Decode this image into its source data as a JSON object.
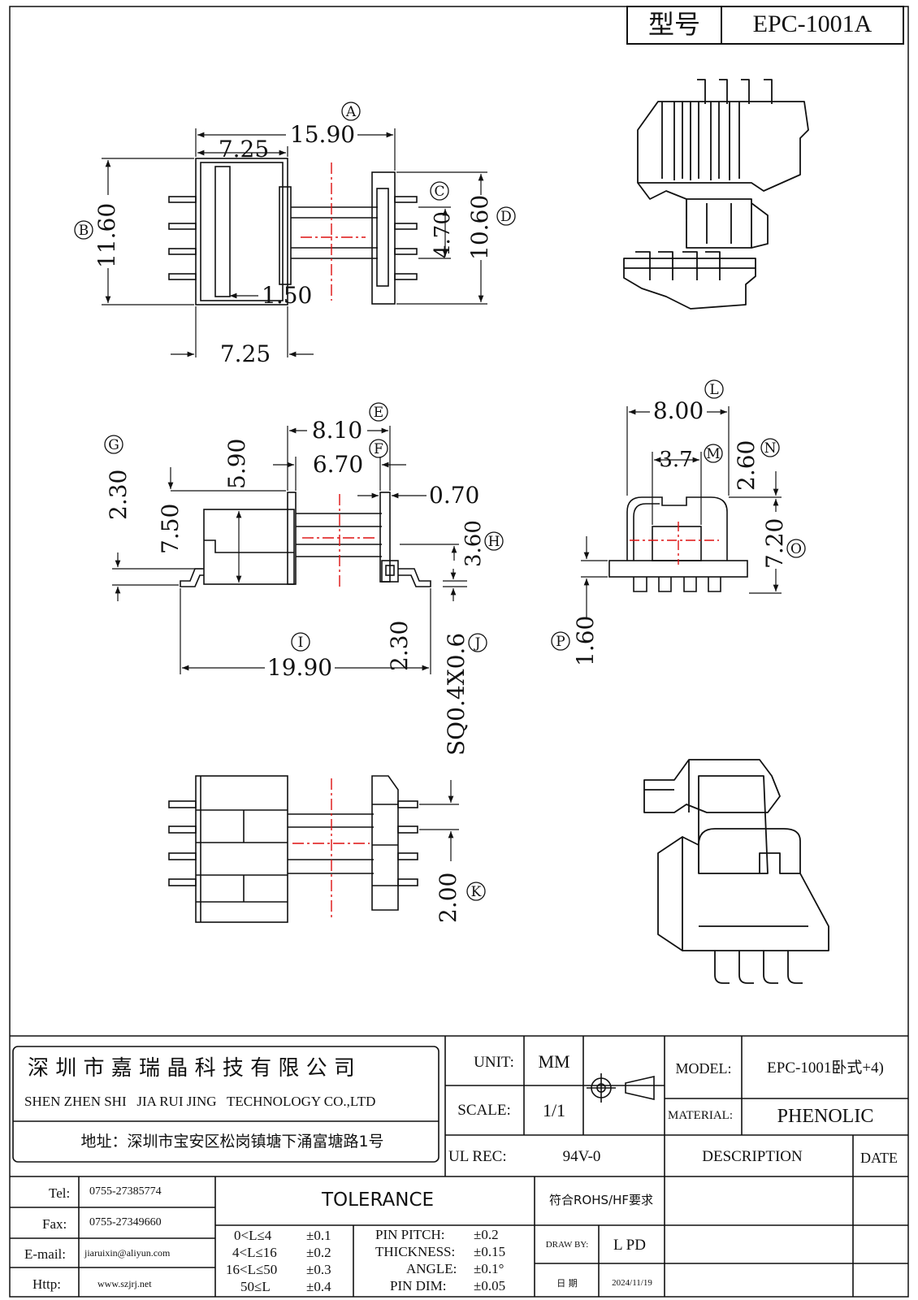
{
  "header": {
    "model_label": "型号",
    "model_value": "EPC-1001A"
  },
  "views": {
    "top": {
      "width_total": "15.90",
      "body_width": "7.25",
      "height_total": "11.60",
      "flange_height": "10.60",
      "core_width": "4.70",
      "wall": "1.50",
      "bottom_width": "7.25",
      "markers": {
        "A": "A",
        "B": "B",
        "C": "C",
        "D": "D"
      }
    },
    "side": {
      "span": "8.10",
      "inner_span": "6.70",
      "pin_width": "0.70",
      "total_length": "19.90",
      "h_230a": "2.30",
      "h_750": "7.50",
      "h_590": "5.90",
      "h_360": "3.60",
      "h_230b": "2.30",
      "pin_section": "SQ0.4X0.6",
      "markers": {
        "E": "E",
        "F": "F",
        "G": "G",
        "H": "H",
        "I": "I",
        "J": "J"
      }
    },
    "end": {
      "width": "8.00",
      "slot": "3.7",
      "h_260": "2.60",
      "h_720": "7.20",
      "h_160": "1.60",
      "markers": {
        "L": "L",
        "M": "M",
        "N": "N",
        "O": "O",
        "P": "P"
      }
    },
    "bottom": {
      "pitch": "2.00",
      "markers": {
        "K": "K"
      }
    }
  },
  "title_block": {
    "company_cn": "深 圳 市 嘉 瑞 晶 科 技 有 限 公 司",
    "company_en": "SHEN ZHEN SHI   JIA RUI JING   TECHNOLOGY CO.,LTD",
    "address": "地址：深圳市宝安区松岗镇塘下涌富塘路1号",
    "unit_label": "UNIT:",
    "unit_value": "MM",
    "scale_label": "SCALE:",
    "scale_value": "1/1",
    "ul_label": "UL REC:",
    "ul_value": "94V-0",
    "model_label": "MODEL:",
    "model_value": "EPC-1001卧式+4)",
    "material_label": "MATERIAL:",
    "material_value": "PHENOLIC",
    "description_label": "DESCRIPTION",
    "date_label": "DATE",
    "tel_label": "Tel:",
    "tel_value": "0755-27385774",
    "fax_label": "Fax:",
    "fax_value": "0755-27349660",
    "email_label": "E-mail:",
    "email_value": "jiaruixin@aliyun.com",
    "http_label": "Http:",
    "http_value": "www.szjrj.net",
    "tolerance_title": "TOLERANCE",
    "tol_ranges": [
      "0<L≤4",
      "4<L≤16",
      "16<L≤50",
      "50≤L"
    ],
    "tol_values": [
      "±0.1",
      "±0.2",
      "±0.3",
      "±0.4"
    ],
    "spec_labels": [
      "PIN PITCH:",
      "THICKNESS:",
      "ANGLE:",
      "PIN DIM:"
    ],
    "spec_values": [
      "±0.2",
      "±0.15",
      "±0.1°",
      "±0.05"
    ],
    "rohs": "符合ROHS/HF要求",
    "draw_by_label": "DRAW BY:",
    "draw_by_value": "L PD",
    "date_cn_label": "日 期",
    "date_value": "2024/11/19"
  }
}
